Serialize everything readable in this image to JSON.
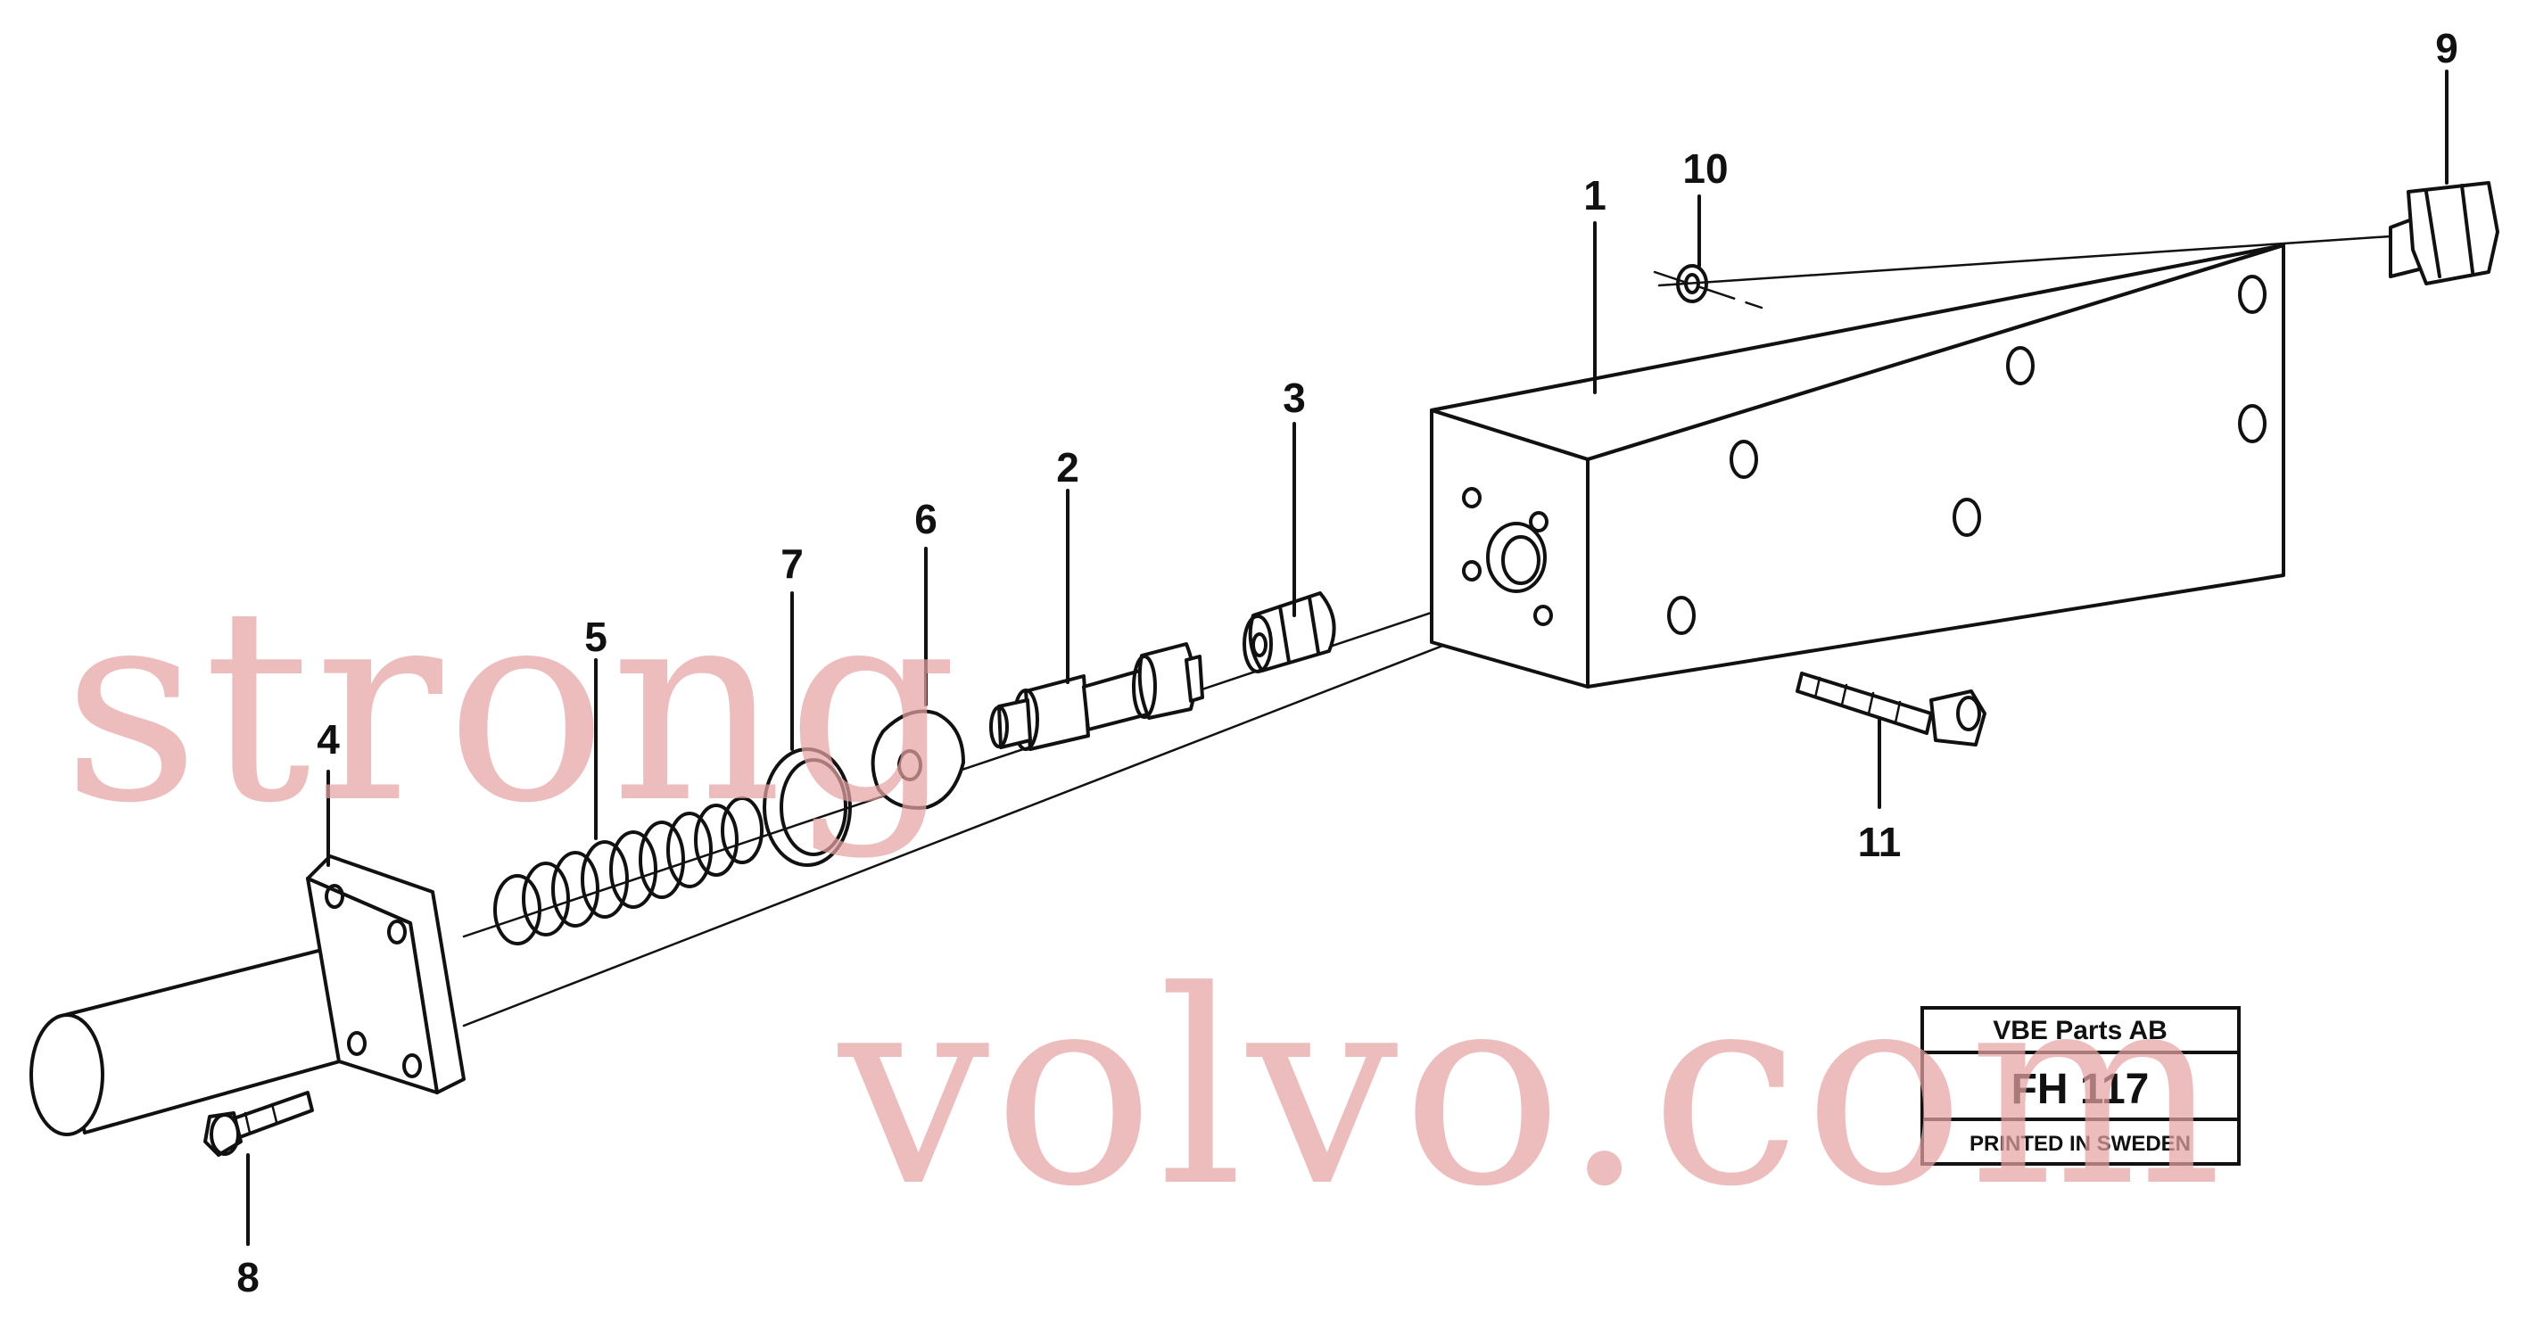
{
  "diagram": {
    "part_labels": [
      {
        "id": "1",
        "text": "1"
      },
      {
        "id": "2",
        "text": "2"
      },
      {
        "id": "3",
        "text": "3"
      },
      {
        "id": "4",
        "text": "4"
      },
      {
        "id": "5",
        "text": "5"
      },
      {
        "id": "6",
        "text": "6"
      },
      {
        "id": "7",
        "text": "7"
      },
      {
        "id": "8",
        "text": "8"
      },
      {
        "id": "9",
        "text": "9"
      },
      {
        "id": "10",
        "text": "10"
      },
      {
        "id": "11",
        "text": "11"
      }
    ],
    "title_box": {
      "company": "VBE Parts AB",
      "code": "FH 117",
      "printed": "PRINTED IN SWEDEN"
    },
    "watermark": {
      "line1": "strong",
      "line2": "volvo.com",
      "color": "#e6a3a3"
    }
  }
}
